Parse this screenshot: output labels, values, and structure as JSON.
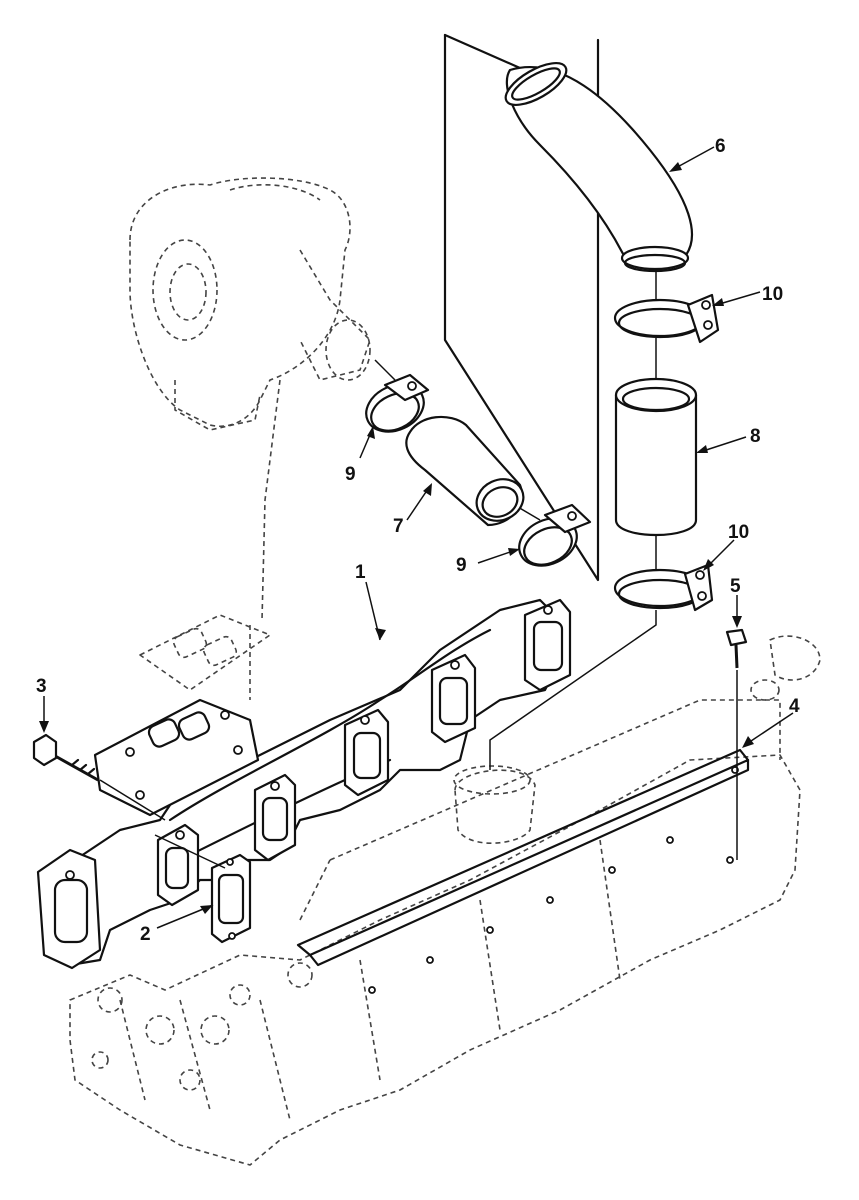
{
  "callouts": {
    "c1": "1",
    "c2": "2",
    "c3": "3",
    "c4": "4",
    "c5": "5",
    "c6": "6",
    "c7": "7",
    "c8": "8",
    "c9a": "9",
    "c9b": "9",
    "c10a": "10",
    "c10b": "10"
  },
  "colors": {
    "line": "#111111",
    "background": "#ffffff"
  }
}
